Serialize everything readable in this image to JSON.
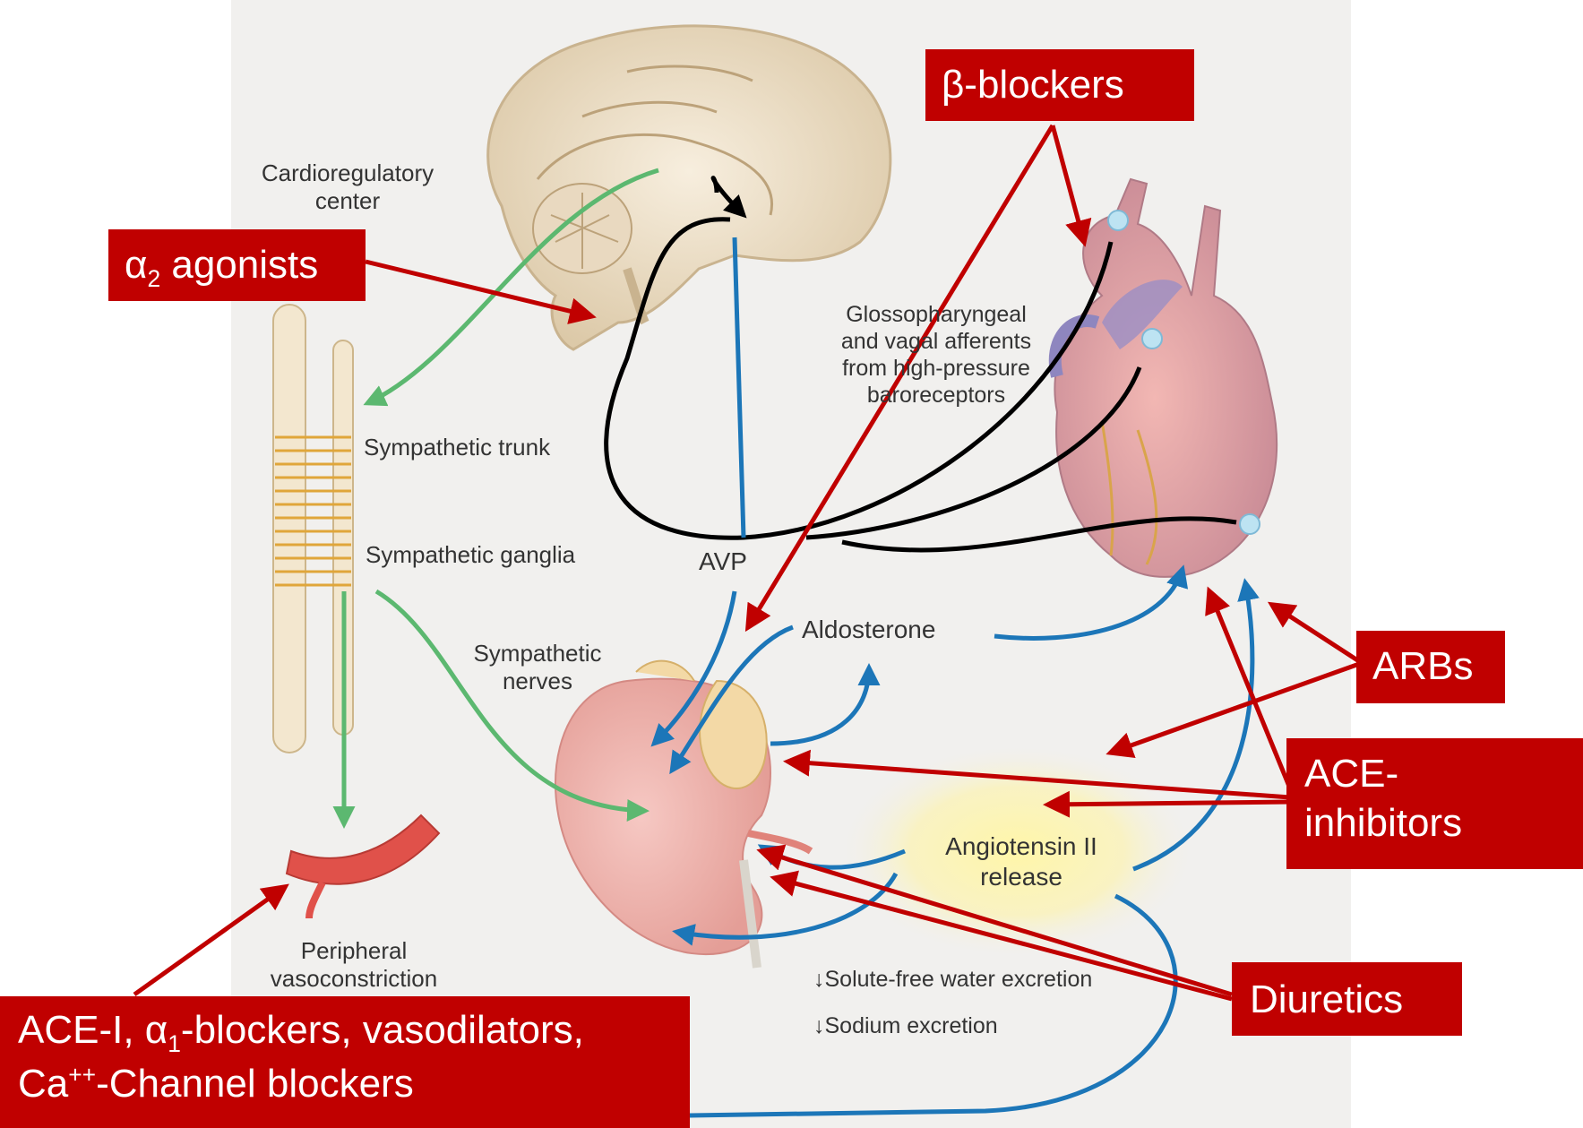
{
  "diagram": {
    "labels": {
      "cardioregulatory_1": "Cardioregulatory",
      "cardioregulatory_2": "center",
      "sympathetic_trunk": "Sympathetic trunk",
      "sympathetic_ganglia": "Sympathetic ganglia",
      "sympathetic_nerves_1": "Sympathetic",
      "sympathetic_nerves_2": "nerves",
      "avp": "AVP",
      "aldosterone": "Aldosterone",
      "glosso_1": "Glossopharyngeal",
      "glosso_2": "and vagal afferents",
      "glosso_3": "from high-pressure",
      "glosso_4": "baroreceptors",
      "peripheral_1": "Peripheral",
      "peripheral_2": "vasoconstriction",
      "angiotensin_1": "Angiotensin II",
      "angiotensin_2": "release",
      "solute_free": "Solute-free water excretion",
      "sodium": "Sodium excretion",
      "down_arrow": "↓"
    },
    "drug_boxes": {
      "beta_blockers": "β-blockers",
      "alpha2_symbol": "α",
      "alpha2_sub": "2",
      "alpha2_text": " agonists",
      "arbs": "ARBs",
      "ace_inhibitors_1": "ACE-",
      "ace_inhibitors_2": "inhibitors",
      "diuretics": "Diuretics",
      "bottom_line1_a": "ACE-I,   α",
      "bottom_line1_sub": "1",
      "bottom_line1_b": "-blockers, vasodilators,",
      "bottom_line2_a": "Ca",
      "bottom_line2_sup": "++",
      "bottom_line2_b": "-Channel blockers"
    },
    "colors": {
      "drug_box": "#c00000",
      "red_arrow": "#c00000",
      "green_arrow": "#5cb870",
      "blue_arrow": "#1c76b8",
      "black_arrow": "#000000",
      "panel_bg": "#f1f0ee"
    }
  }
}
